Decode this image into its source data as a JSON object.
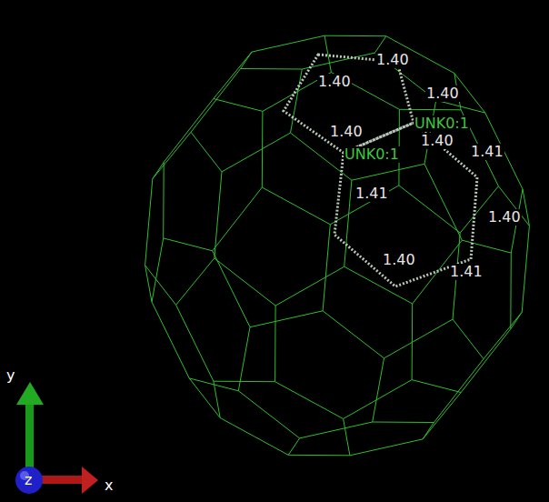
{
  "diagram": {
    "labels": [
      "1.40",
      "1.40",
      "1.40",
      "1.40",
      "UNK0:1",
      "1.40",
      "UNK0:1",
      "1.41",
      "1.41",
      "1.40",
      "1.40",
      "1.41",
      "y",
      "z",
      "x"
    ]
  }
}
